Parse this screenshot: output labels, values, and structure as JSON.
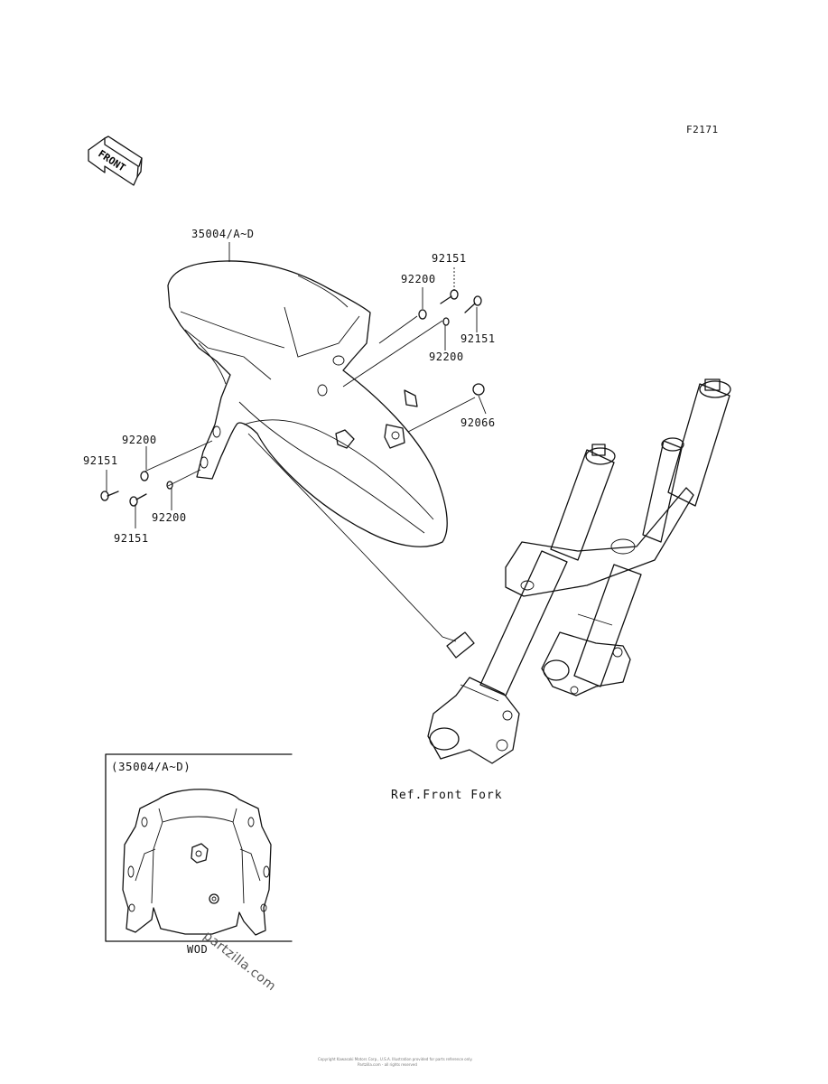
{
  "figure_code": "F2171",
  "front_arrow_label": "FRONT",
  "callouts": {
    "fender": "35004/A~D",
    "bolt_top": "92151",
    "washer_top": "92200",
    "bolt_right": "92151",
    "washer_right": "92200",
    "nut": "92066",
    "washer_left_upper": "92200",
    "bolt_left_upper": "92151",
    "washer_left_lower": "92200",
    "bolt_left_lower": "92151"
  },
  "reference_label": "Ref.Front Fork",
  "inset": {
    "title": "(35004/A~D)",
    "caption": "WOD"
  },
  "watermark": "partzilla.com",
  "footer_lines": [
    "Copyright Kawasaki Motors Corp., U.S.A. Illustration provided for parts reference only.",
    "Partzilla.com - all rights reserved"
  ]
}
